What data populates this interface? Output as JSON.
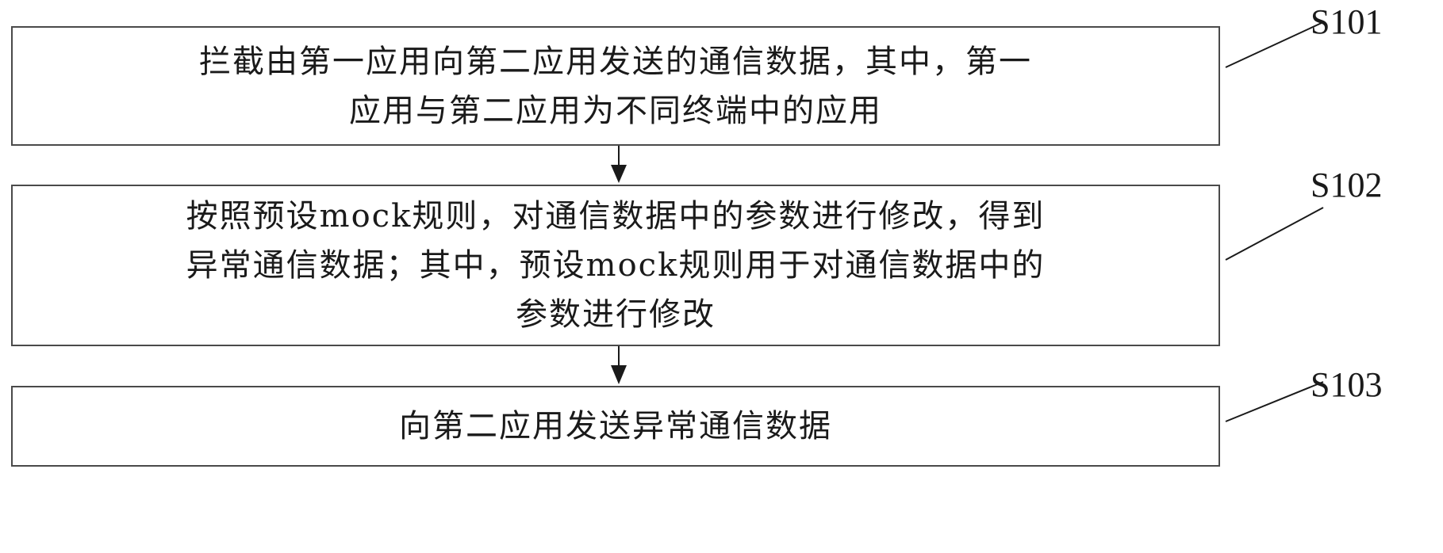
{
  "steps": [
    {
      "id": "S101",
      "text": "拦截由第一应用向第二应用发送的通信数据，其中，第一\n应用与第二应用为不同终端中的应用"
    },
    {
      "id": "S102",
      "text": "按照预设mock规则，对通信数据中的参数进行修改，得到\n异常通信数据；其中，预设mock规则用于对通信数据中的\n参数进行修改"
    },
    {
      "id": "S103",
      "text": "向第二应用发送异常通信数据"
    }
  ]
}
